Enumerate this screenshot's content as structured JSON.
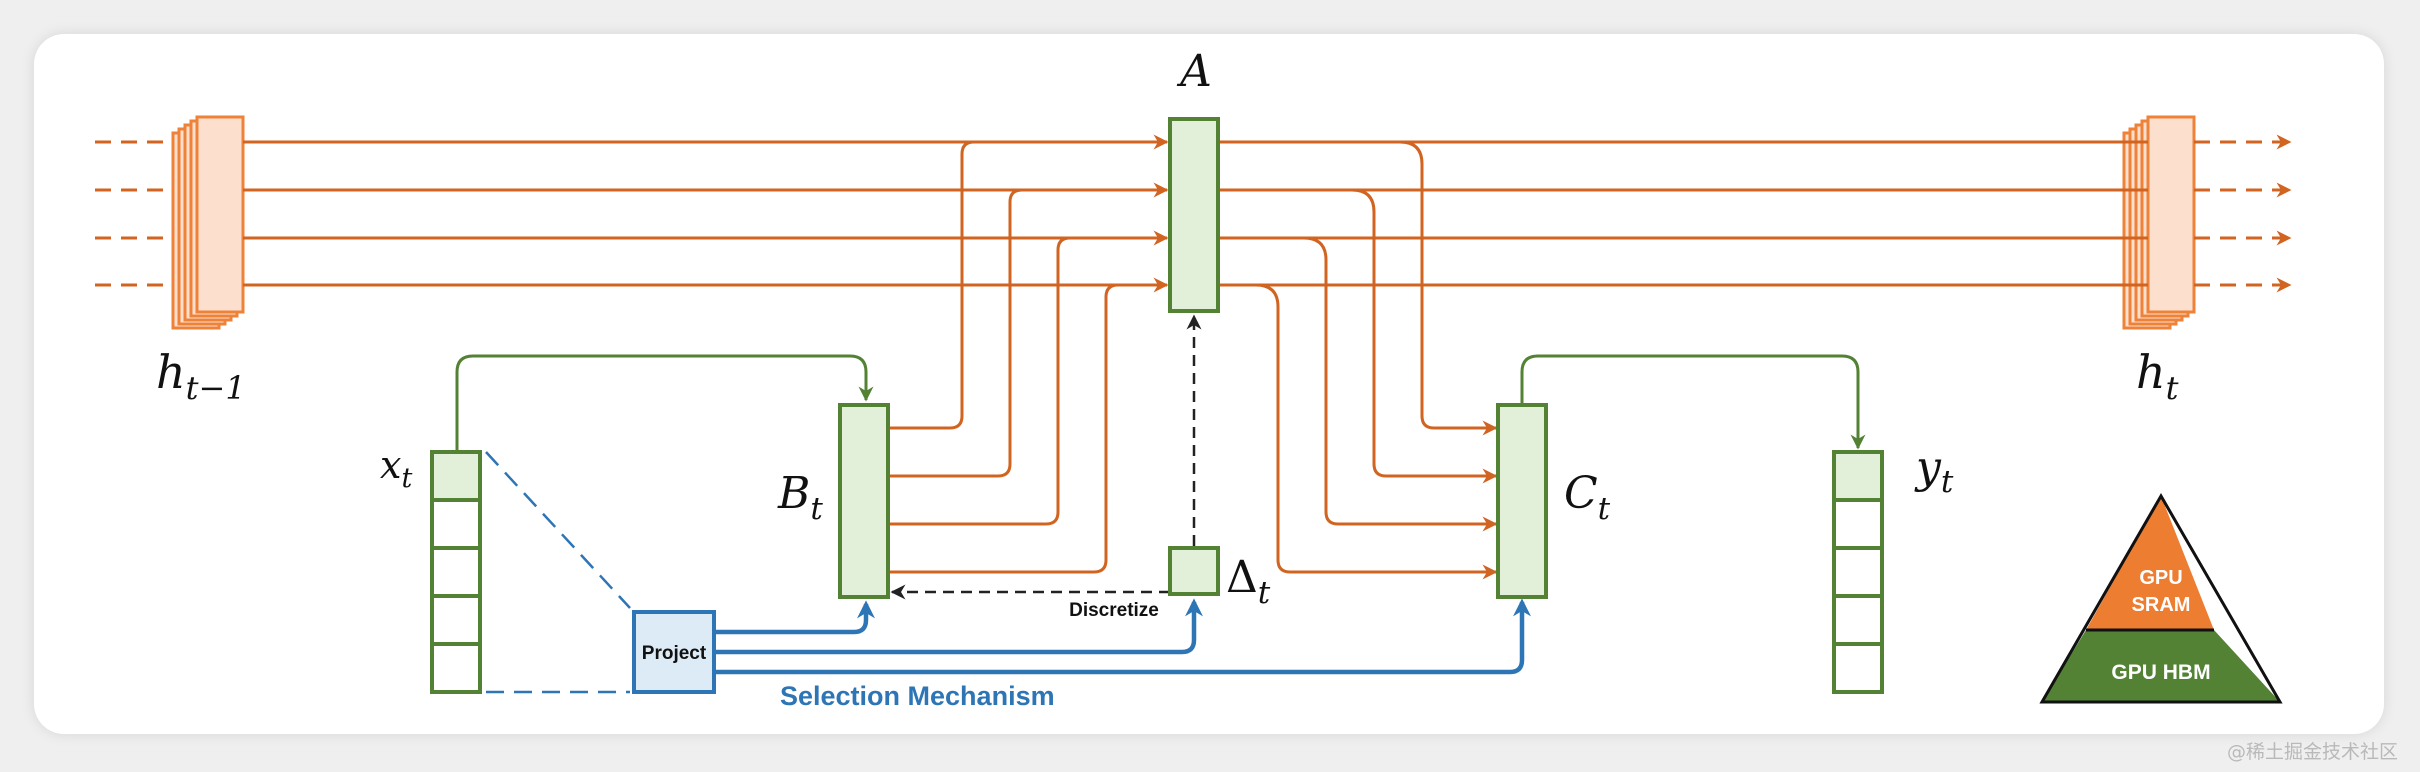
{
  "labels": {
    "h_prev": {
      "base": "h",
      "sub": "t−1"
    },
    "h_next": {
      "base": "h",
      "sub": "t"
    },
    "A": "A",
    "B": {
      "base": "B",
      "sub": "t"
    },
    "C": {
      "base": "C",
      "sub": "t"
    },
    "x": {
      "base": "x",
      "sub": "t"
    },
    "y": {
      "base": "y",
      "sub": "t"
    },
    "delta": {
      "base": "Δ",
      "sub": "t"
    }
  },
  "project_label": "Project",
  "discretize_label": "Discretize",
  "selection_label": "Selection Mechanism",
  "pyramid": {
    "top": [
      "GPU",
      "SRAM"
    ],
    "bottom": "GPU HBM"
  },
  "watermark": "@稀土掘金技术社区",
  "colors": {
    "orange": "#D06420",
    "orange_fill": "#FCDFCD",
    "orange_border": "#EE8239",
    "green": "#548235",
    "green_fill": "#E2F0D9",
    "blue": "#2E75B6",
    "blue_fill": "#DDEBF7",
    "pyramid_orange": "#ED7D31",
    "pyramid_green": "#548235"
  }
}
